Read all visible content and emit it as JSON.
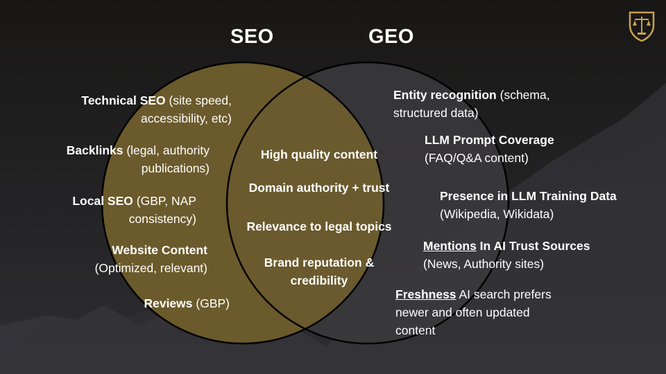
{
  "headings": {
    "seo": "SEO",
    "geo": "GEO"
  },
  "colors": {
    "seo_circle": "#6b5a2b",
    "geo_circle": "#3b3a3c",
    "circle_outline": "#000000",
    "logo_gold": "#c9a14a"
  },
  "logo_icon": "scales-of-justice-shield-icon",
  "seo_items": [
    {
      "bold": "Technical SEO",
      "rest_line1": " (site speed,",
      "line2": "accessibility, etc)"
    },
    {
      "bold": "Backlinks",
      "rest_line1": " (legal, authority",
      "line2": "publications)"
    },
    {
      "bold": "Local SEO",
      "rest_line1": " (GBP, NAP",
      "line2": "consistency)"
    },
    {
      "bold": "Website Content",
      "rest_line1": "",
      "line2": "(Optimized, relevant)"
    },
    {
      "bold": "Reviews",
      "rest_line1": " (GBP)",
      "line2": ""
    }
  ],
  "overlap_items": [
    "High quality content",
    "Domain authority + trust",
    "Relevance to legal topics",
    "Brand reputation &",
    "credibility"
  ],
  "geo_items": [
    {
      "bold": "Entity recognition",
      "rest_line1": " (schema,",
      "line2": "structured data)"
    },
    {
      "bold": "LLM Prompt Coverage",
      "rest_line1": "",
      "line2": "(FAQ/Q&A content)"
    },
    {
      "bold": "Presence in LLM Training Data",
      "rest_line1": "",
      "line2": "(Wikipedia, Wikidata)"
    },
    {
      "bold": "Mentions",
      "bold2": " In AI Trust Sources",
      "line2": "(News, Authority sites)"
    },
    {
      "bold": "Freshness",
      "rest_line1": " AI search prefers",
      "line2": "newer and often updated",
      "line3": "content"
    }
  ]
}
